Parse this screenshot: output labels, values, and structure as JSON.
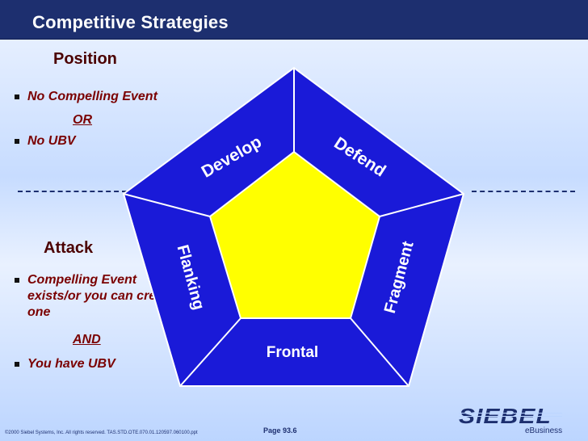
{
  "header": {
    "title": "Competitive Strategies"
  },
  "position": {
    "heading": "Position",
    "bullet_1": "No Compelling Event",
    "conjunction": "OR",
    "bullet_2": "No UBV"
  },
  "attack": {
    "heading": "Attack",
    "bullet_1": "Compelling Event exists/or you can create one",
    "conjunction": "AND",
    "bullet_2": "You have UBV"
  },
  "diagram": {
    "segments": {
      "top_left": "Develop",
      "top_right": "Defend",
      "left": "Flanking",
      "right": "Fragment",
      "bottom": "Frontal"
    },
    "colors": {
      "segment": "#1a1ad8",
      "center": "#ffff00",
      "divider": "#ffffff"
    }
  },
  "footer": {
    "copyright": "©2000 Siebel Systems, Inc. All rights reserved. TAS.STD.OTE.070.01.120597.060100.ppt",
    "page_label": "Page 93.6",
    "logo_text": "SIEBEL",
    "logo_subtext": "eBusiness"
  }
}
